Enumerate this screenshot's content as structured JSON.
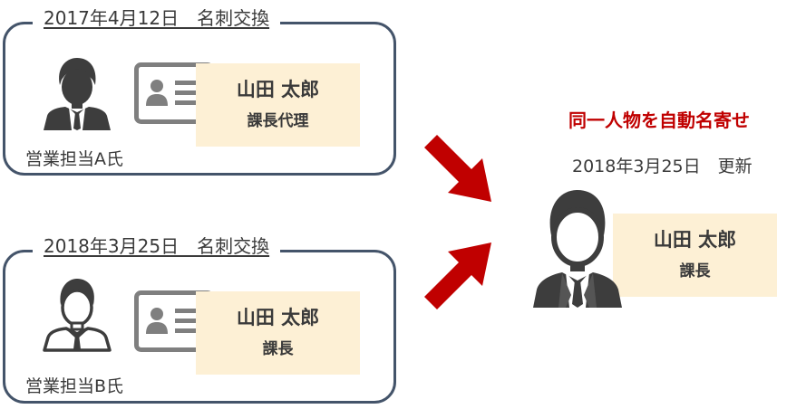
{
  "top_exchange": {
    "title": "2017年4月12日　名刺交換",
    "staff": "営業担当A氏",
    "card": {
      "name": "山田 太郎",
      "position": "課長代理"
    }
  },
  "bottom_exchange": {
    "title": "2018年3月25日　名刺交換",
    "staff": "営業担当B氏",
    "card": {
      "name": "山田 太郎",
      "position": "課長"
    }
  },
  "result": {
    "headline": "同一人物を自動名寄せ",
    "updated": "2018年3月25日　更新",
    "card": {
      "name": "山田 太郎",
      "position": "課長"
    }
  },
  "colors": {
    "frame": "#44546a",
    "card_bg": "#fdf0d5",
    "accent": "#c00000",
    "icon": "#3d3d3d"
  }
}
